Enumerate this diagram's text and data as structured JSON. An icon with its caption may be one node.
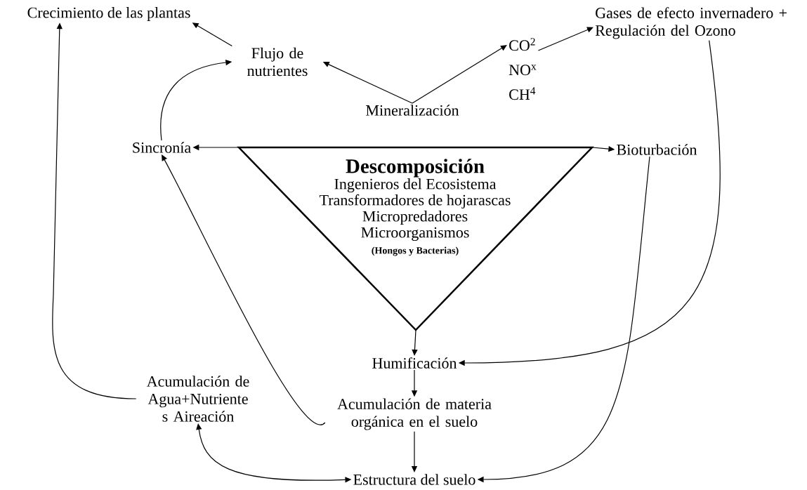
{
  "diagram": {
    "nodes": [
      {
        "text": [
          "Crecimiento de las plantas"
        ]
      },
      {
        "text": [
          "Flujo de nutrientes"
        ]
      },
      {
        "text": [
          "Mineralización"
        ]
      },
      {
        "text": [
          "CO$^{2}$",
          "NO$^{x}$",
          "CH$^{4}$"
        ]
      },
      {
        "text": [
          "Gases de efecto invernadero + Regulación del Ozono"
        ]
      },
      {
        "text": [
          "Descomposición",
          "Ingenieros del Ecosistema",
          "Transformadores de hojarascas",
          "Micropredadores",
          "Microorganismos",
          "(Hongos y Bacterias)"
        ]
      },
      {
        "text": [
          "Sincronía"
        ]
      },
      {
        "text": [
          "Bioturbación"
        ]
      },
      {
        "text": [
          "Humificación"
        ]
      },
      {
        "text": [
          "Acumulación de Agua+Nutriente s Aireación"
        ]
      },
      {
        "text": [
          "Acumulación de materia orgánica en el suelo"
        ]
      },
      {
        "text": [
          "Estructura del suelo"
        ]
      }
    ],
    "edges": [
      {
        "from": 1,
        "to": 0,
        "arrow": "to"
      },
      {
        "from": 2,
        "to": 1,
        "arrow": "to"
      },
      {
        "from": 2,
        "to": 3,
        "arrow": "to"
      },
      {
        "from": 3,
        "to": 4,
        "arrow": "to"
      },
      {
        "from": 5,
        "to": 6,
        "arrow": "to"
      },
      {
        "from": 5,
        "to": 7,
        "arrow": "to"
      },
      {
        "from": 6,
        "to": 1,
        "arrow": "to"
      },
      {
        "from": 10,
        "to": 6,
        "arrow": "to"
      },
      {
        "from": 9,
        "to": 0,
        "arrow": "to"
      },
      {
        "from": 4,
        "to": 8,
        "arrow": "to"
      },
      {
        "from": 7,
        "to": 11,
        "arrow": "to"
      },
      {
        "from": 5,
        "to": 8,
        "arrow": "to"
      },
      {
        "from": 8,
        "to": 10,
        "arrow": "to"
      },
      {
        "from": 10,
        "to": 11,
        "arrow": "to"
      },
      {
        "from": 11,
        "to": 9,
        "arrow": "both"
      }
    ]
  }
}
